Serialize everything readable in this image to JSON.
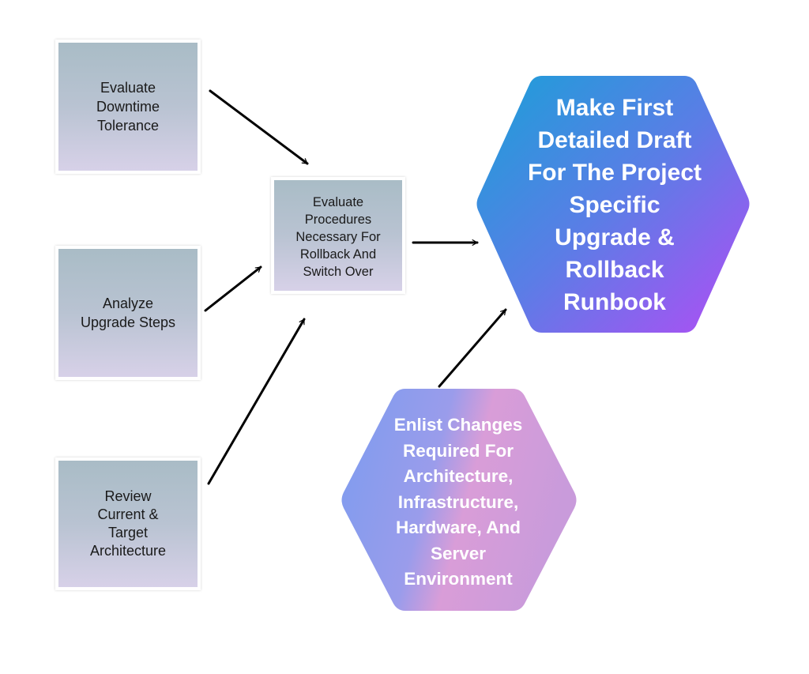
{
  "nodes": {
    "evaluate_downtime": "Evaluate\nDowntime\nTolerance",
    "analyze_upgrade": "Analyze\nUpgrade Steps",
    "review_architecture": "Review\nCurrent  &\nTarget\nArchitecture",
    "evaluate_procedures": "Evaluate\nProcedures\nNecessary For\nRollback And\nSwitch Over",
    "make_draft": "Make First\nDetailed Draft\nFor The Project\nSpecific\nUpgrade &\nRollback\nRunbook",
    "enlist_changes": "Enlist Changes\nRequired For\nArchitecture,\nInfrastructure,\nHardware, And\nServer\nEnvironment"
  },
  "colors": {
    "box_gradient_top": "#a9bcc6",
    "box_gradient_bottom": "#d7d1e8",
    "main_hex_gradient_start": "#1aa0d8",
    "main_hex_gradient_mid": "#5b7de6",
    "main_hex_gradient_end": "#b34cf5",
    "small_hex_gradient_start": "#7c9cef",
    "small_hex_gradient_end": "#dd9ed6",
    "arrow": "#000000"
  }
}
